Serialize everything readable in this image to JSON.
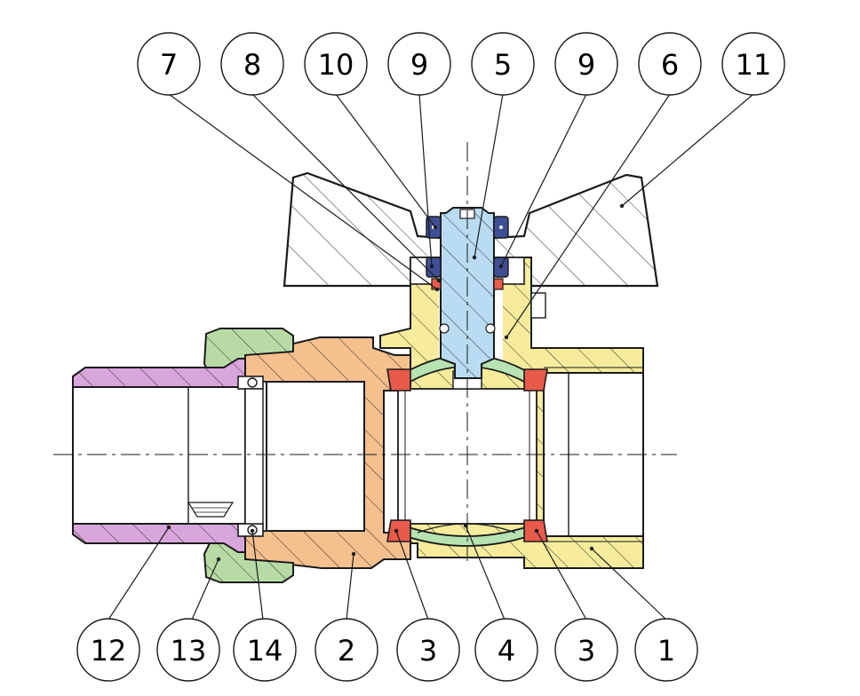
{
  "callouts_top": [
    "7",
    "8",
    "10",
    "9",
    "5",
    "9",
    "6",
    "11"
  ],
  "callouts_bottom": [
    "12",
    "13",
    "14",
    "2",
    "3",
    "4",
    "3",
    "1"
  ],
  "colors": {
    "body_yellow": "#f6ec9c",
    "nut_orange": "#f5c08e",
    "tail_pink": "#d9a6dc",
    "nut_green": "#b8dba6",
    "stem_blue": "#b9dcf2",
    "ball_green": "#b6e3b1",
    "seat_red": "#e85a4a",
    "oring_navy": "#3f4f96",
    "handle_white": "#ffffff",
    "line": "#1a1a1a"
  }
}
